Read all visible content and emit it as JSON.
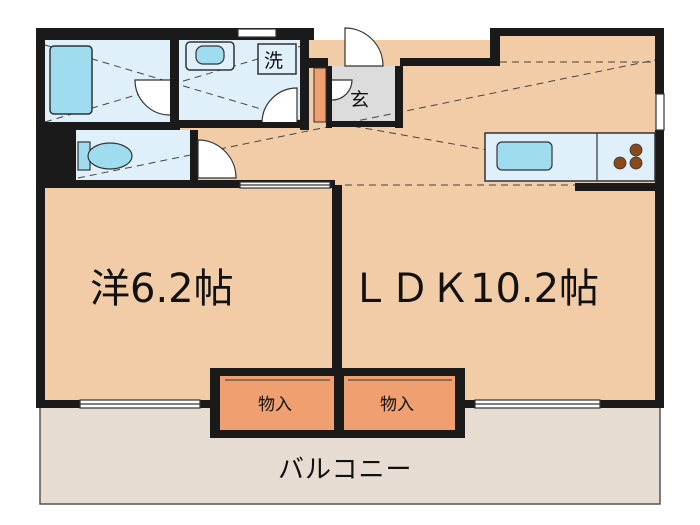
{
  "rooms": {
    "western": {
      "label": "洋6.2帖"
    },
    "ldk": {
      "label": "ＬＤＫ10.2帖"
    },
    "closet_left": {
      "label": "物入"
    },
    "closet_right": {
      "label": "物入"
    },
    "balcony": {
      "label": "バルコニー"
    },
    "washer": {
      "label": "洗"
    },
    "entrance": {
      "label": "玄"
    }
  },
  "colors": {
    "room_fill": "#f2cca6",
    "wet_fill": "#dff0fa",
    "fixture_fill": "#9fdcef",
    "closet_fill": "#f0a070",
    "balcony_fill": "#e6dcd2",
    "entrance_fill": "#dcdcdc",
    "wall": "#1a1a1a",
    "stove_burner": "#8a4a1a"
  }
}
